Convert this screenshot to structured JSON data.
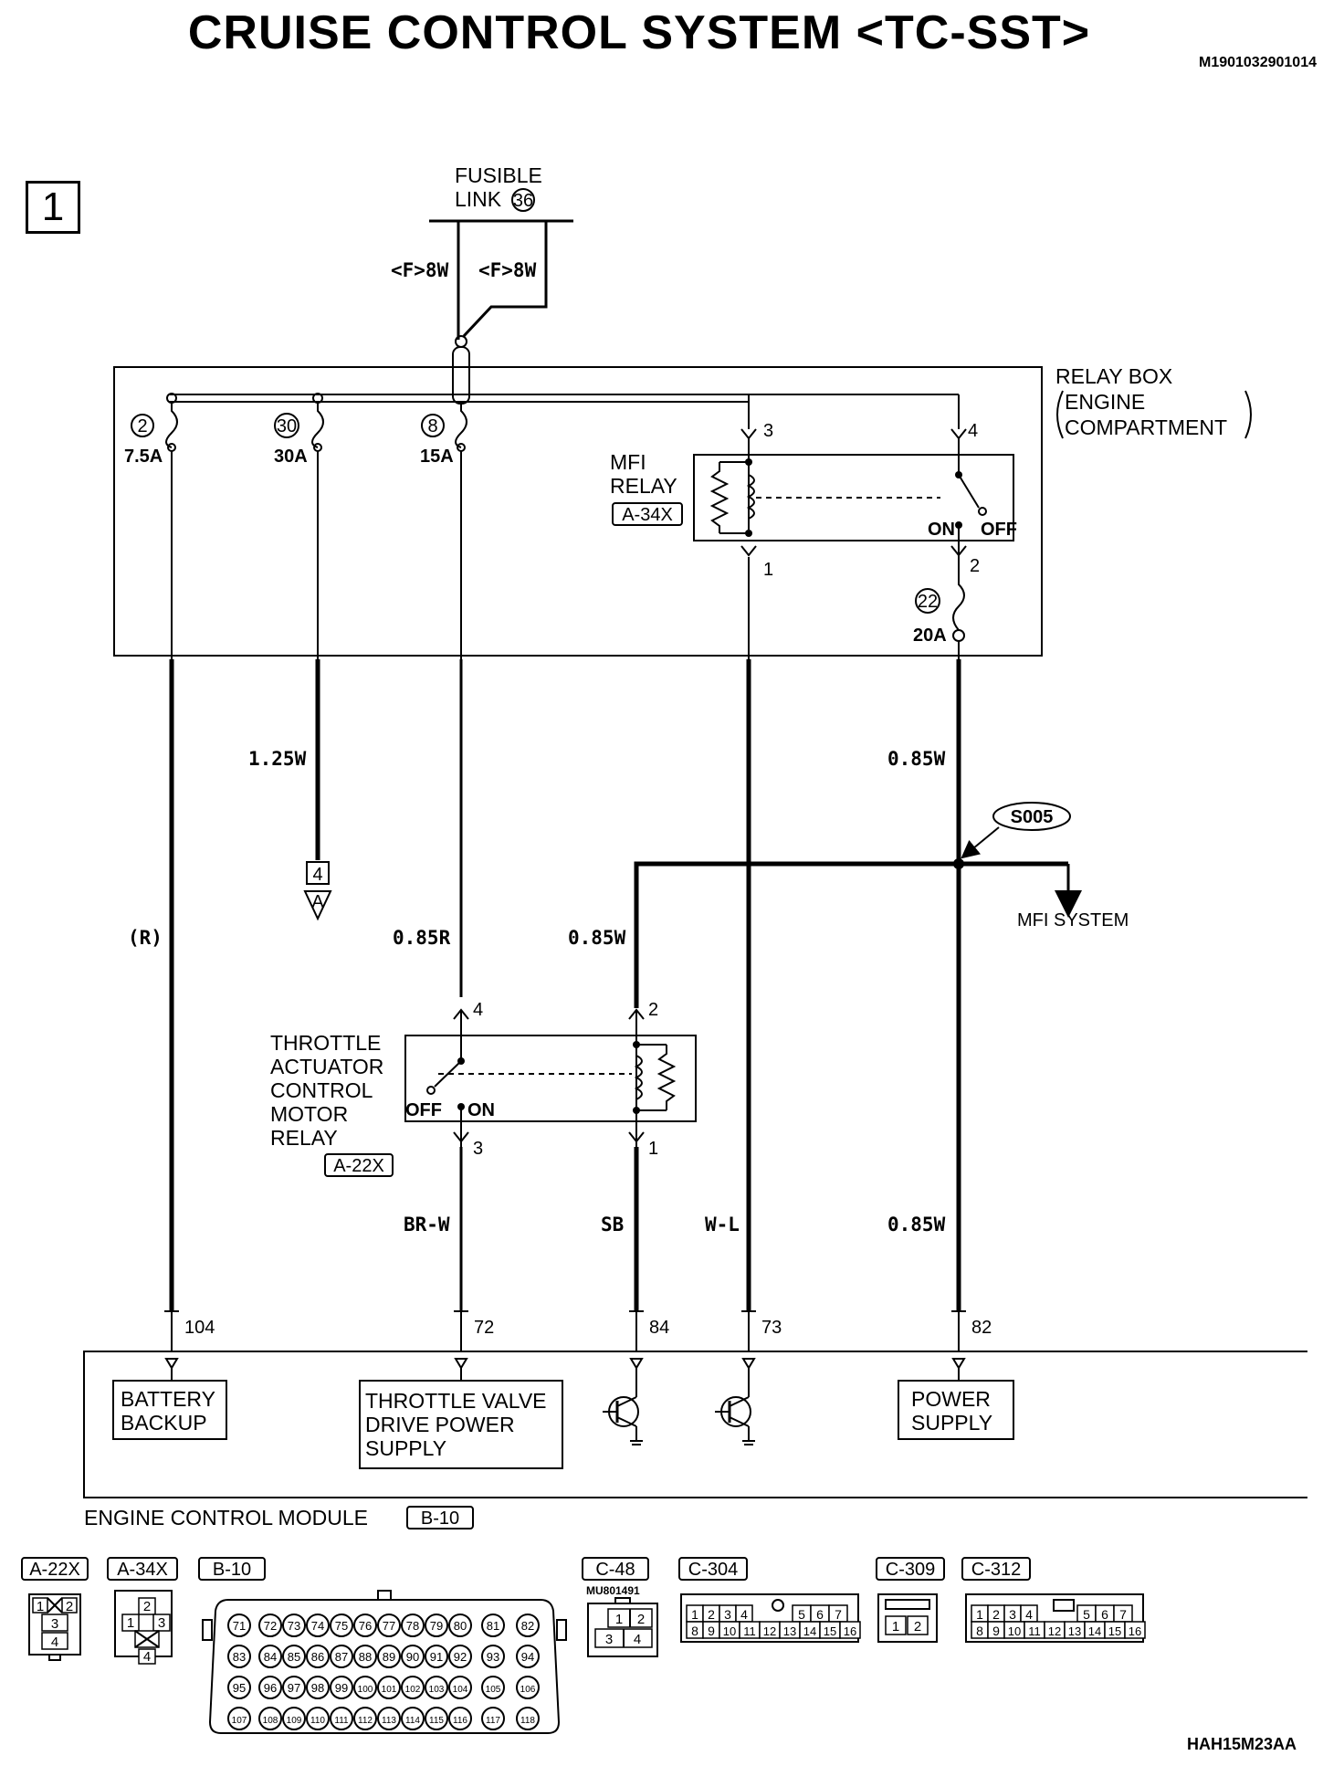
{
  "title": "CRUISE CONTROL SYSTEM <TC-SST>",
  "doc_id": "M1901032901014",
  "footer_code": "HAH15M23AA",
  "page_number": "1",
  "fusible_link": {
    "line1": "FUSIBLE",
    "line2": "LINK",
    "number": "36"
  },
  "top_wires": {
    "left": "<F>8W",
    "right": "<F>8W"
  },
  "relay_box": {
    "line1": "RELAY BOX",
    "line2": "ENGINE",
    "line3": "COMPARTMENT"
  },
  "fuses": [
    {
      "number": "2",
      "rating": "7.5A"
    },
    {
      "number": "30",
      "rating": "30A"
    },
    {
      "number": "8",
      "rating": "15A"
    },
    {
      "number": "22",
      "rating": "20A"
    }
  ],
  "mfi_relay": {
    "line1": "MFI",
    "line2": "RELAY",
    "connector": "A-34X",
    "pin_in_coil": "3",
    "pin_in_switch": "4",
    "pin_out_coil": "1",
    "pin_out_switch": "2",
    "on": "ON",
    "off": "OFF"
  },
  "wires": {
    "w_30a": "1.25W",
    "w_fuse22": "0.85W",
    "w_r": "(R)",
    "w_085r": "0.85R",
    "w_085w_branch": "0.85W",
    "w_brw": "BR-W",
    "w_sb": "SB",
    "w_wl": "W-L",
    "w_power": "0.85W"
  },
  "off_page": {
    "number": "4",
    "letter": "A"
  },
  "splice": {
    "id": "S005",
    "destination": "MFI SYSTEM"
  },
  "throttle_relay": {
    "line1": "THROTTLE",
    "line2": "ACTUATOR",
    "line3": "CONTROL",
    "line4": "MOTOR",
    "line5": "RELAY",
    "connector": "A-22X",
    "pin_switch_in": "4",
    "pin_coil_in": "2",
    "pin_switch_out": "3",
    "pin_coil_out": "1",
    "off": "OFF",
    "on": "ON"
  },
  "ecm_pins": [
    "104",
    "72",
    "84",
    "73",
    "82"
  ],
  "ecm": {
    "label": "ENGINE CONTROL MODULE",
    "connector": "B-10",
    "battery_backup": {
      "line1": "BATTERY",
      "line2": "BACKUP"
    },
    "throttle_supply": {
      "line1": "THROTTLE VALVE",
      "line2": "DRIVE POWER",
      "line3": "SUPPLY"
    },
    "power_supply": {
      "line1": "POWER",
      "line2": "SUPPLY"
    }
  },
  "connectors": {
    "a22x": {
      "label": "A-22X",
      "pins": [
        "1",
        "2",
        "3",
        "4"
      ]
    },
    "a34x": {
      "label": "A-34X",
      "pins": [
        "1",
        "2",
        "3",
        "4"
      ]
    },
    "b10": {
      "label": "B-10",
      "rows": [
        [
          "71",
          "72",
          "73",
          "74",
          "75",
          "76",
          "77",
          "78",
          "79",
          "80",
          "81",
          "82"
        ],
        [
          "83",
          "84",
          "85",
          "86",
          "87",
          "88",
          "89",
          "90",
          "91",
          "92",
          "93",
          "94"
        ],
        [
          "95",
          "96",
          "97",
          "98",
          "99",
          "100",
          "101",
          "102",
          "103",
          "104",
          "105",
          "106"
        ],
        [
          "107",
          "108",
          "109",
          "110",
          "111",
          "112",
          "113",
          "114",
          "115",
          "116",
          "117",
          "118"
        ]
      ]
    },
    "c48": {
      "label": "C-48",
      "part": "MU801491",
      "pins": [
        "1",
        "2",
        "3",
        "4"
      ]
    },
    "c304": {
      "label": "C-304",
      "row1": [
        "1",
        "2",
        "3",
        "4",
        "5",
        "6",
        "7"
      ],
      "row2": [
        "8",
        "9",
        "10",
        "11",
        "12",
        "13",
        "14",
        "15",
        "16"
      ]
    },
    "c309": {
      "label": "C-309",
      "pins": [
        "1",
        "2"
      ]
    },
    "c312": {
      "label": "C-312",
      "row1": [
        "1",
        "2",
        "3",
        "4",
        "5",
        "6",
        "7"
      ],
      "row2": [
        "8",
        "9",
        "10",
        "11",
        "12",
        "13",
        "14",
        "15",
        "16"
      ]
    }
  }
}
